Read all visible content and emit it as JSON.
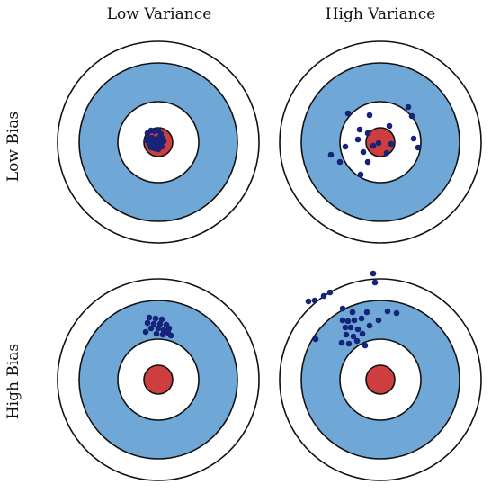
{
  "title": "",
  "columns": [
    {
      "label": "Low Variance"
    },
    {
      "label": "High Variance"
    }
  ],
  "rows": [
    {
      "label": "Low Bias"
    },
    {
      "label": "High Bias"
    }
  ],
  "colors": {
    "bullseye": "#cf3e3e",
    "ring_blue": "#6fa8d6",
    "ring_white": "#ffffff",
    "outline": "#111111",
    "shot": "#15237a"
  },
  "panels": [
    {
      "row": "Low Bias",
      "column": "Low Variance",
      "shot_count": 20
    },
    {
      "row": "Low Bias",
      "column": "High Variance",
      "shot_count": 20
    },
    {
      "row": "High Bias",
      "column": "Low Variance",
      "shot_count": 16
    },
    {
      "row": "High Bias",
      "column": "High Variance",
      "shot_count": 28
    }
  ]
}
